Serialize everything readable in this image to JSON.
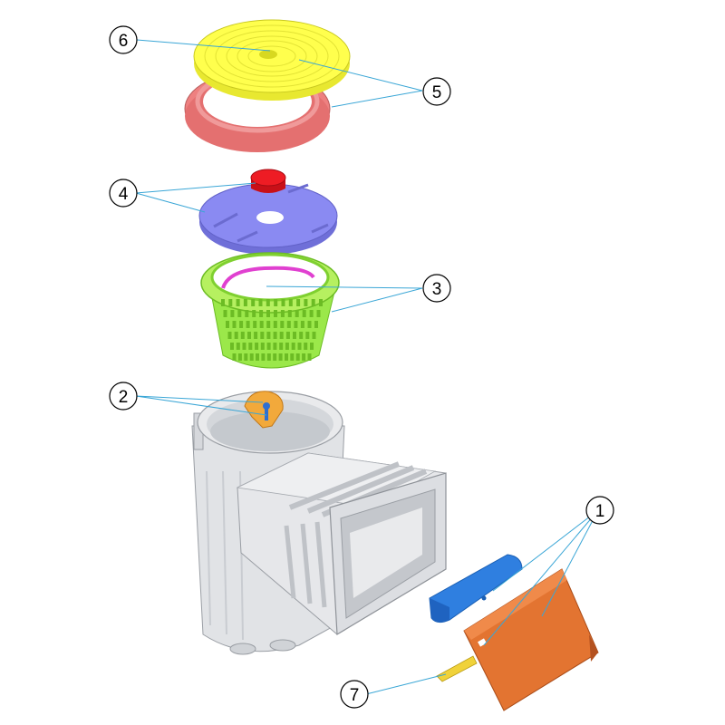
{
  "callouts": {
    "c1": "1",
    "c2": "2",
    "c3": "3",
    "c4": "4",
    "c5": "5",
    "c6": "6",
    "c7": "7"
  },
  "colors": {
    "lid": "#ffff4d",
    "lid_ring": "#ee8080",
    "cover": "#8a8af2",
    "knob": "#ee1c24",
    "basket": "#9be84a",
    "basket_handle": "#e040d0",
    "valve": "#f2a93b",
    "body": "#e6e7ea",
    "flap_blue": "#2f7fe0",
    "flap_orange": "#e37431",
    "float": "#f0d23a",
    "leader": "#3aa6d6"
  }
}
